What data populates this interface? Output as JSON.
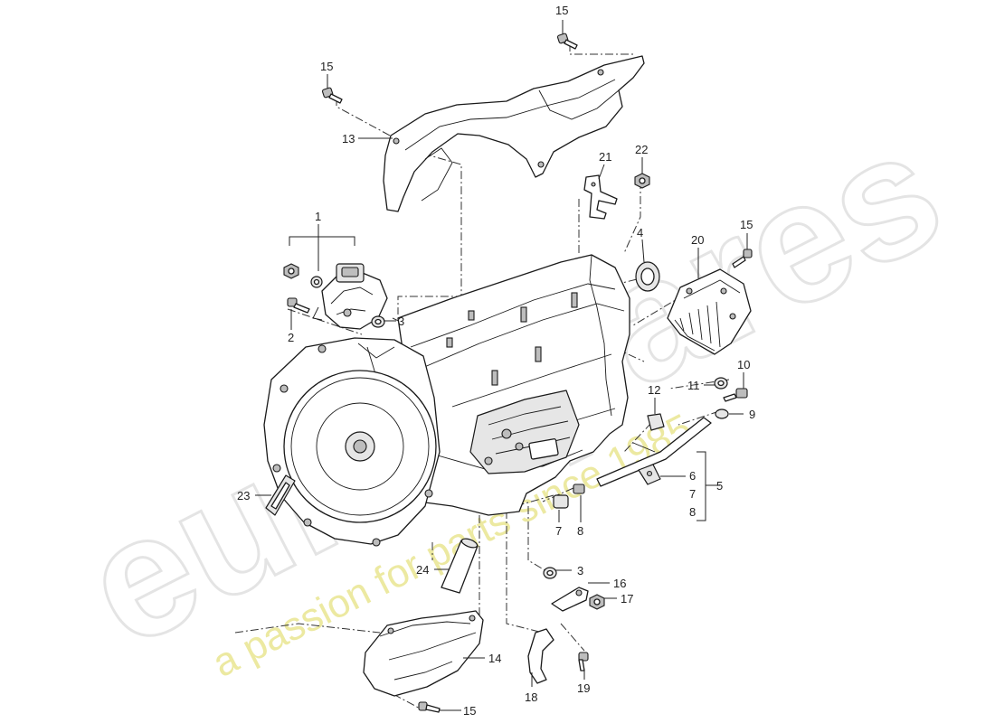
{
  "watermark": {
    "brand": "eurospares",
    "tagline": "a passion for parts since 1985",
    "brand_color": "#dcdcdc",
    "tagline_color": "#e8e48a"
  },
  "callouts": {
    "c1": "1",
    "c2": "2",
    "c3a": "3",
    "c3b": "3",
    "c4": "4",
    "c5": "5",
    "c6": "6",
    "c7a": "7",
    "c7b": "7",
    "c8a": "8",
    "c8b": "8",
    "c9": "9",
    "c10": "10",
    "c11": "11",
    "c12": "12",
    "c13": "13",
    "c14": "14",
    "c15a": "15",
    "c15b": "15",
    "c15c": "15",
    "c15d": "15",
    "c16": "16",
    "c17": "17",
    "c18": "18",
    "c19": "19",
    "c20": "20",
    "c21": "21",
    "c22": "22",
    "c23": "23",
    "c24": "24"
  }
}
